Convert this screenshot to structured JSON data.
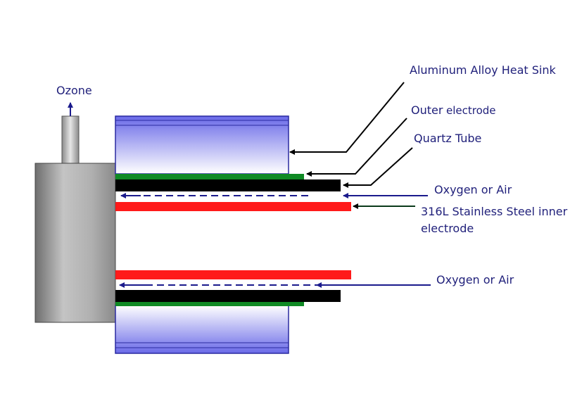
{
  "labels": {
    "ozone": "Ozone",
    "heat_sink": "Aluminum Alloy Heat Sink",
    "outer_electrode_a": "Outer",
    "outer_electrode_b": "electrode",
    "quartz_tube": "Quartz Tube",
    "oxygen_top": "Oxygen or Air",
    "inner_electrode_line1": "316L Stainless Steel inner",
    "inner_electrode_line2": "electrode",
    "oxygen_bottom": "Oxygen or Air"
  },
  "colors": {
    "label_text": "#1f1f7a",
    "arrow_blue": "#1a1a8c",
    "pointer_black": "#000000",
    "heat_sink_blue": "#8080f0",
    "outer_electrode_green": "#0f8a24",
    "quartz_black": "#000000",
    "inner_electrode_red": "#ff1a1a",
    "end_cap_gray": "#9a9a9a"
  }
}
